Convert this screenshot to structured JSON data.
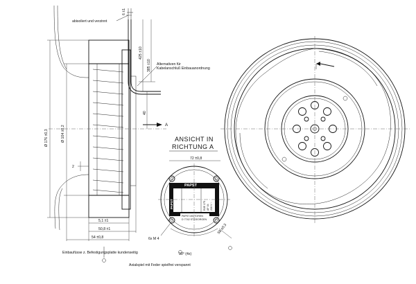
{
  "notes": {
    "top": "abisoliert und verzinnt",
    "cable_alt_1": "Alternativen für",
    "cable_alt_2": "Kabelanschluß Einbauanordnung",
    "arrow_a": "A",
    "bottom_left": "Einbaufüsse z. Befestigungsplatte kundenseitig",
    "bottom_center": "Axialspiel mit Feder spielfrei verspannt"
  },
  "view": {
    "title_line1": "ANSICHT IN",
    "title_line2": "RICHTUNG A"
  },
  "dimensions": {
    "d_outer": "Ø 176 ±0,3",
    "d_inner": "Ø 104 ±0,2",
    "cable_len_1": "425 ±10",
    "cable_len_2": "385 ±10",
    "strip": "6 ±1",
    "d40": "40",
    "d2": "2",
    "d51": "5,1 ±1",
    "d508": "50,8 ±1",
    "d54": "54 ±0,8",
    "d72": "72 ±0,8",
    "d58": "58 ±0,3",
    "thread": "6x M 4",
    "angle": "90° (4x)"
  },
  "label": {
    "brand": "PAPST",
    "side_brand": "PAPST",
    "motor_line1": "PAPST-MOTOREN",
    "motor_line2": "D 7742 ST.GEORGEN",
    "type_line1": "R2E 175",
    "type_line2": "AF 04",
    "type_line3": "230 V ~"
  }
}
